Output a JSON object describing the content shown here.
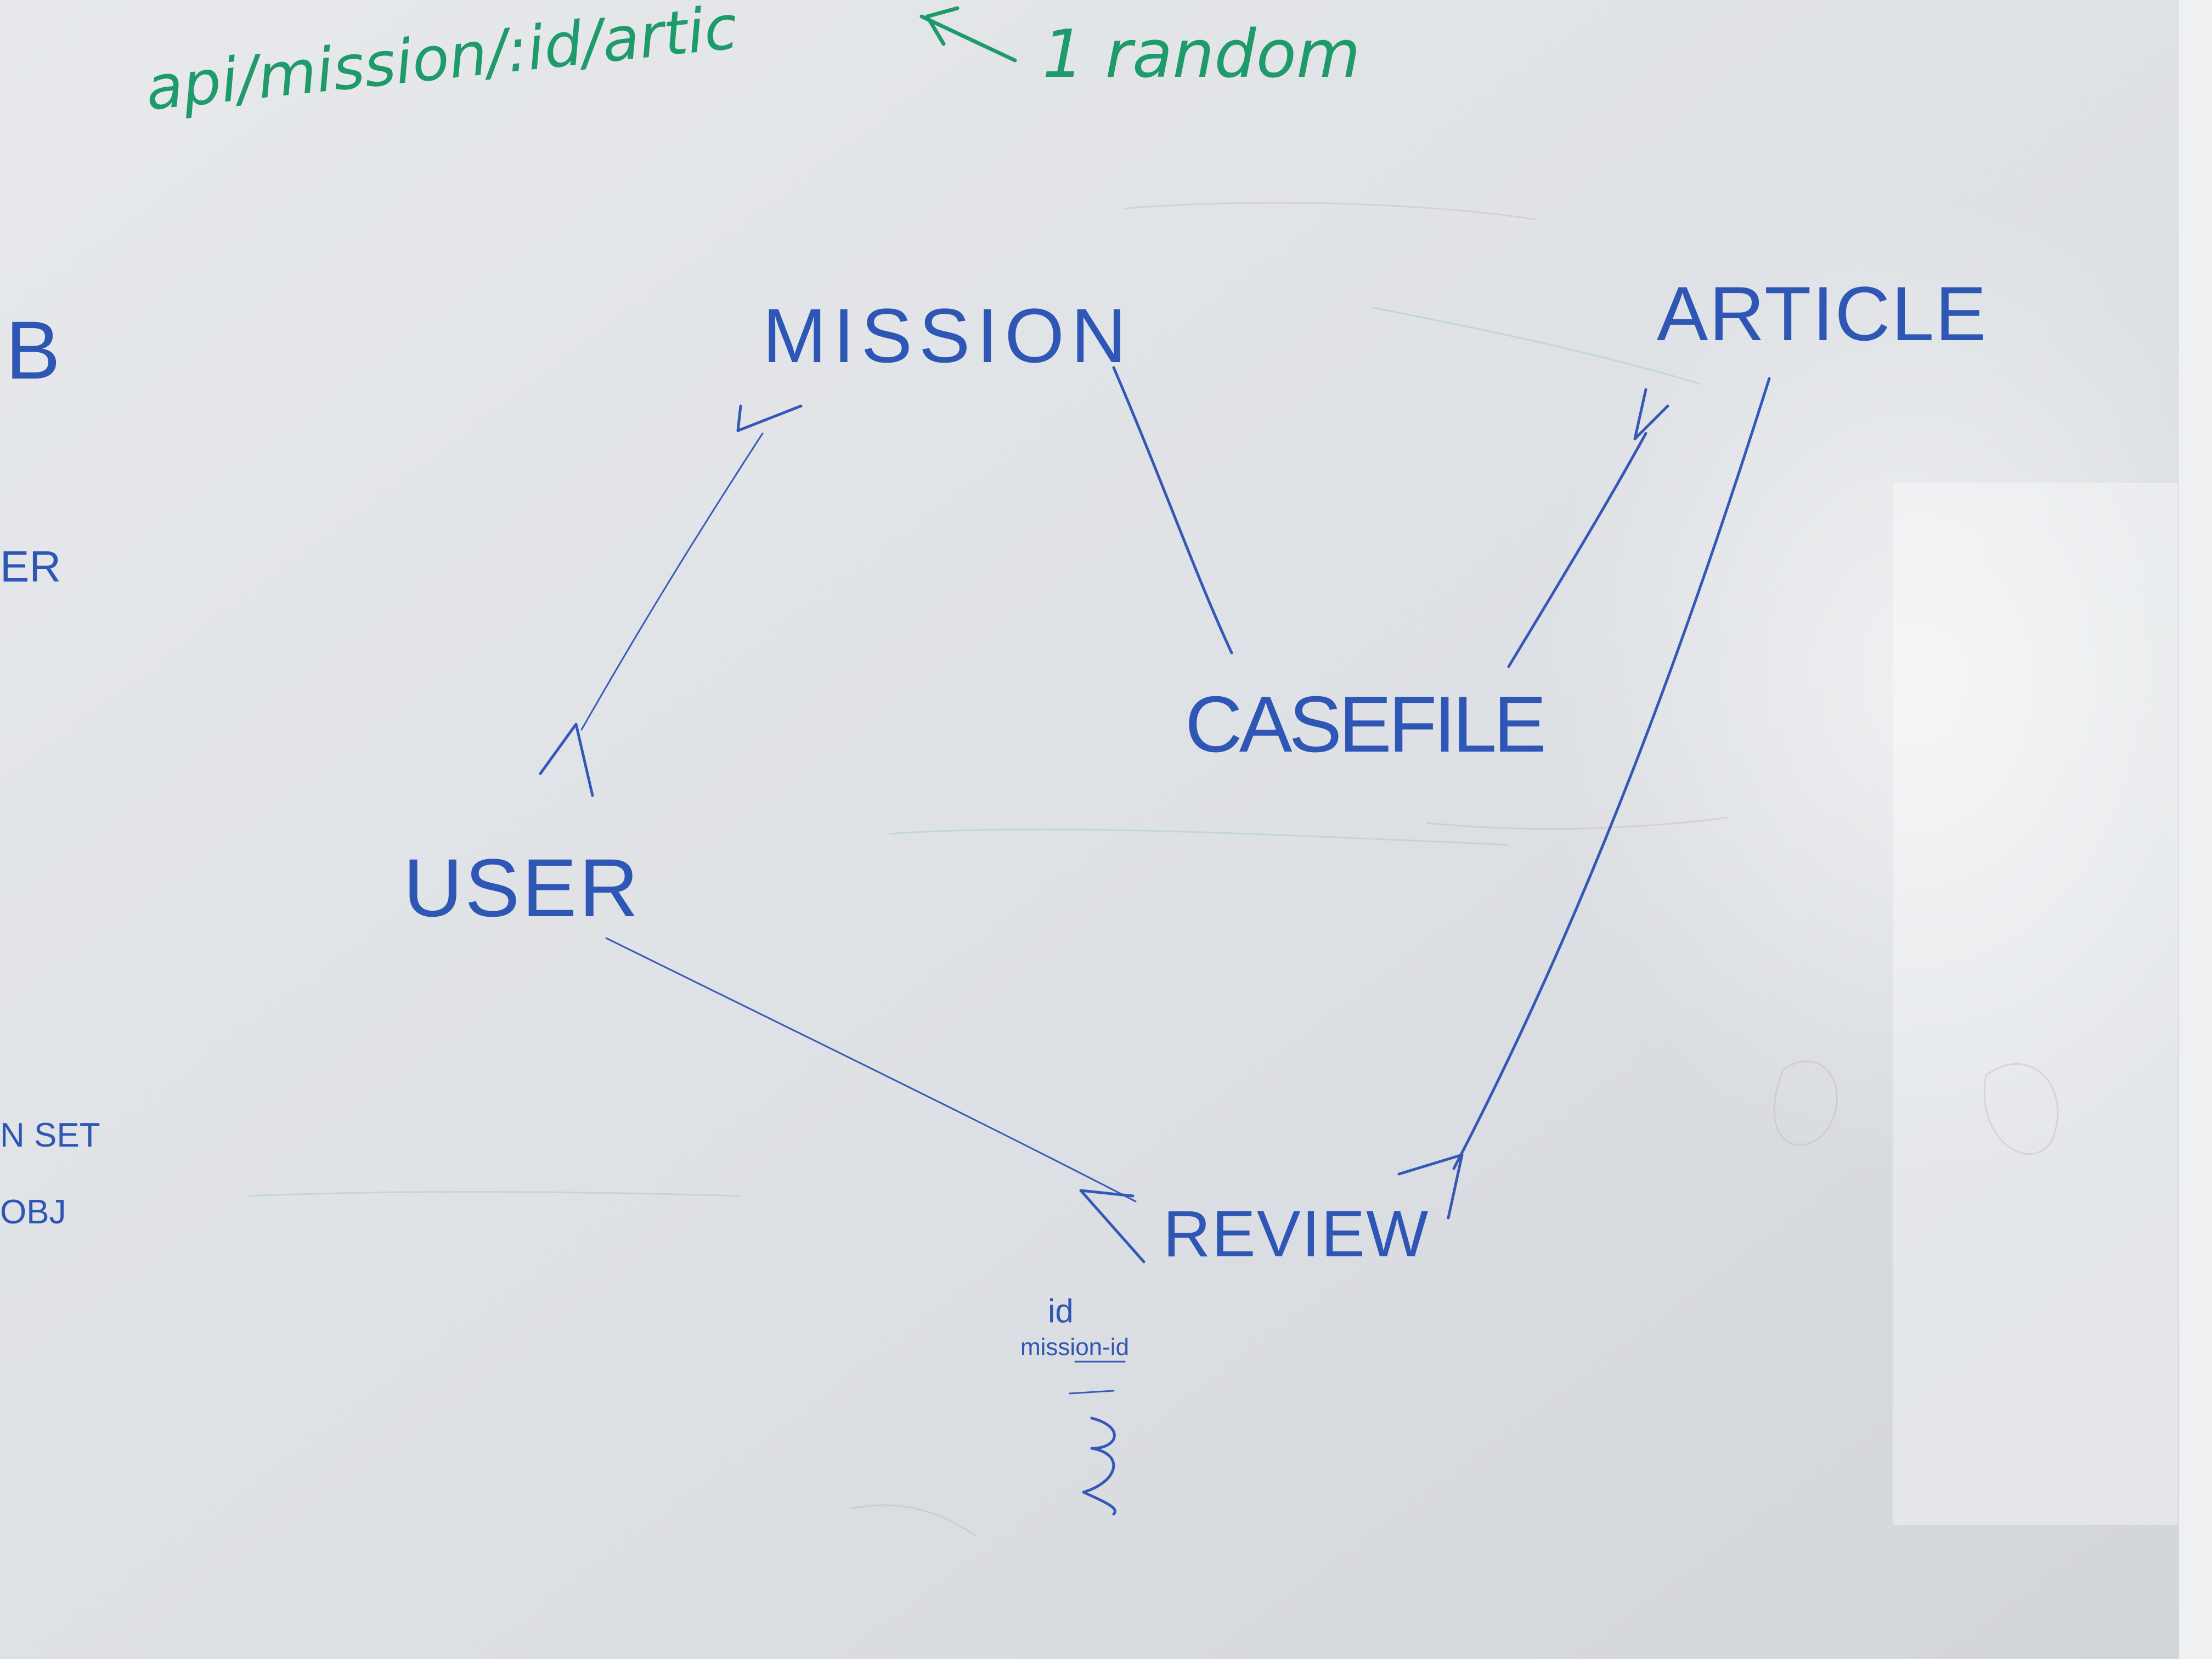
{
  "top_note": {
    "route": "api/mission/:id/artic",
    "tag": "1 random"
  },
  "entities": {
    "mission": "MISSION",
    "article": "ARTICLE",
    "casefile": "CASEFILE",
    "user": "USER",
    "review": "REVIEW"
  },
  "review_fields": {
    "id": "id",
    "mission_id": "mission-id"
  },
  "left_edge_fragments": {
    "a": "B",
    "b": "ER",
    "c": "N SET",
    "d": "OBJ"
  },
  "colors": {
    "board": "#dfe2e6",
    "marker_blue": "#2e56b5",
    "marker_green": "#1f9a6a"
  }
}
